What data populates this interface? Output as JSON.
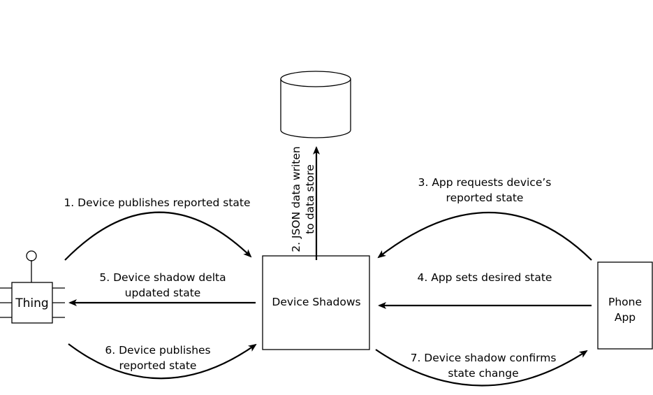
{
  "nodes": {
    "thing": "Thing",
    "shadows": "Device Shadows",
    "phone": [
      "Phone",
      "App"
    ]
  },
  "steps": {
    "s1": [
      "1. Device publishes reported state"
    ],
    "s2": [
      "2. JSON data writen",
      "to data store"
    ],
    "s3": [
      "3. App requests device’s",
      "reported state"
    ],
    "s4": [
      "4. App sets desired state"
    ],
    "s5": [
      "5. Device shadow delta",
      "updated state"
    ],
    "s6": [
      "6. Device publishes",
      "reported state"
    ],
    "s7": [
      "7. Device shadow confirms",
      "state change"
    ]
  }
}
